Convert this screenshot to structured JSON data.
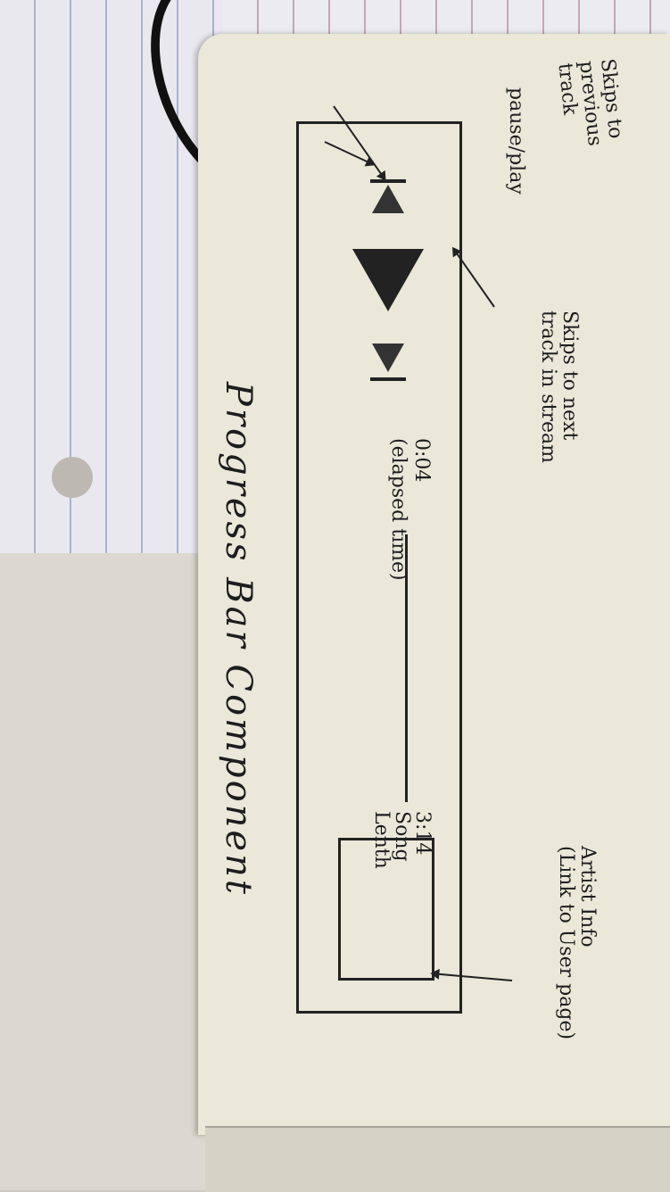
{
  "sketch": {
    "title": "Progress Bar Component",
    "elapsed_time": "0:04",
    "elapsed_label": "(elapsed time)",
    "song_length_time": "3:14",
    "song_length_label_1": "Song",
    "song_length_label_2": "Lenth",
    "notes": {
      "pause_play": "pause/play",
      "prev_1": "Skips to",
      "prev_2": "previous track",
      "next_1": "Skips to next",
      "next_2": "track in stream",
      "artist_1": "Artist Info",
      "artist_2": "(Link to User page)"
    },
    "icons": [
      "previous-track-icon",
      "play-icon",
      "next-track-icon"
    ]
  }
}
